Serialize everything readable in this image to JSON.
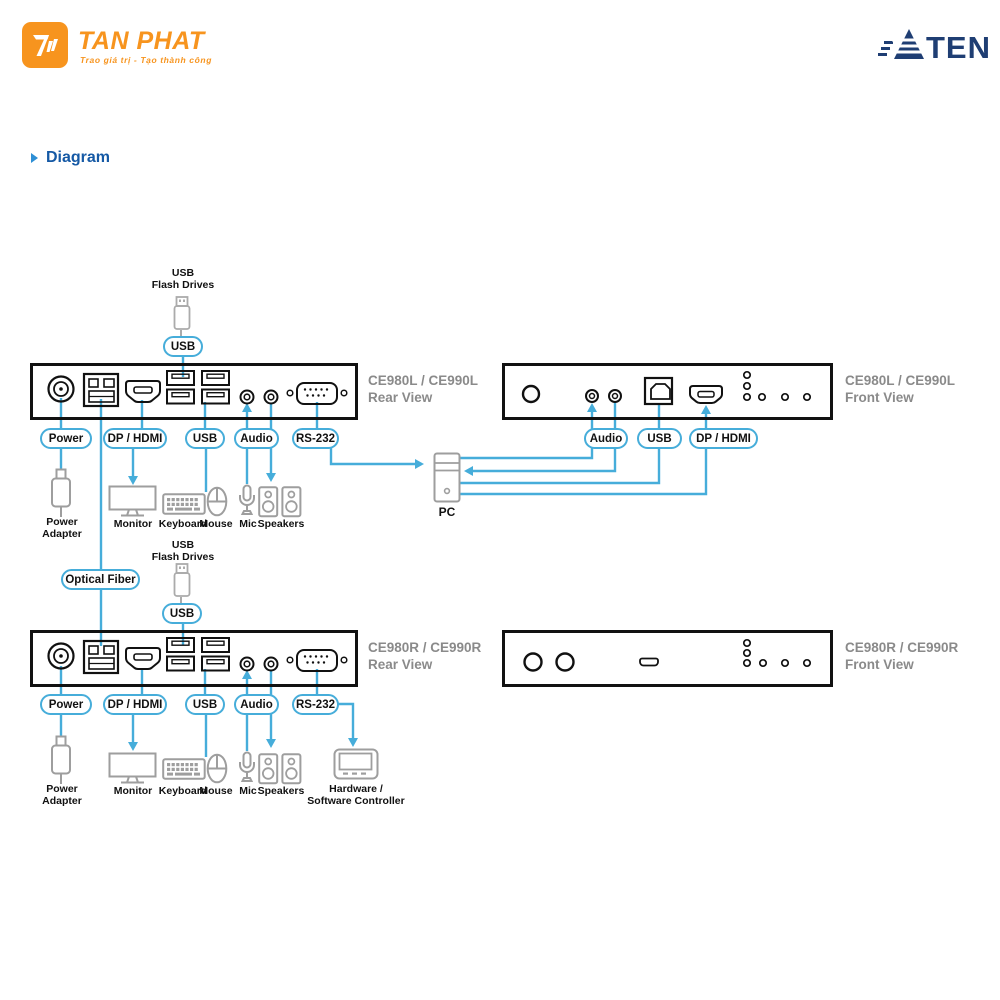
{
  "header": {
    "tanphat": {
      "title": "TAN PHAT",
      "tagline": "Trao giá trị - Tạo thành công"
    },
    "aten": {
      "label": "ATEN",
      "text_part": "TEN"
    }
  },
  "page": {
    "section_title": "Diagram"
  },
  "labels": {
    "power": "Power",
    "dp_hdmi": "DP / HDMI",
    "usb": "USB",
    "audio": "Audio",
    "rs232": "RS-232",
    "optical_fiber": "Optical Fiber"
  },
  "devices": [
    {
      "title": "CE980L / CE990L",
      "view": "Rear View"
    },
    {
      "title": "CE980L / CE990L",
      "view": "Front View"
    },
    {
      "title": "CE980R / CE990R",
      "view": "Rear View"
    },
    {
      "title": "CE980R / CE990R",
      "view": "Front View"
    }
  ],
  "peripherals": {
    "usb_flash": {
      "line1": "USB",
      "line2": "Flash Drives"
    },
    "power_adapter": {
      "line1": "Power",
      "line2": "Adapter"
    },
    "monitor": "Monitor",
    "keyboard": "Keyboard",
    "mouse": "Mouse",
    "mic": "Mic",
    "speakers": "Speakers",
    "pc": "PC",
    "controller": {
      "line1": "Hardware /",
      "line2": "Software Controller"
    }
  },
  "colors": {
    "accent_blue": "#46ADDA",
    "heading_blue": "#1559A5",
    "device_label_gray": "#8A8A8A",
    "brand_orange": "#F7941E",
    "brand_navy": "#1F3E73"
  }
}
